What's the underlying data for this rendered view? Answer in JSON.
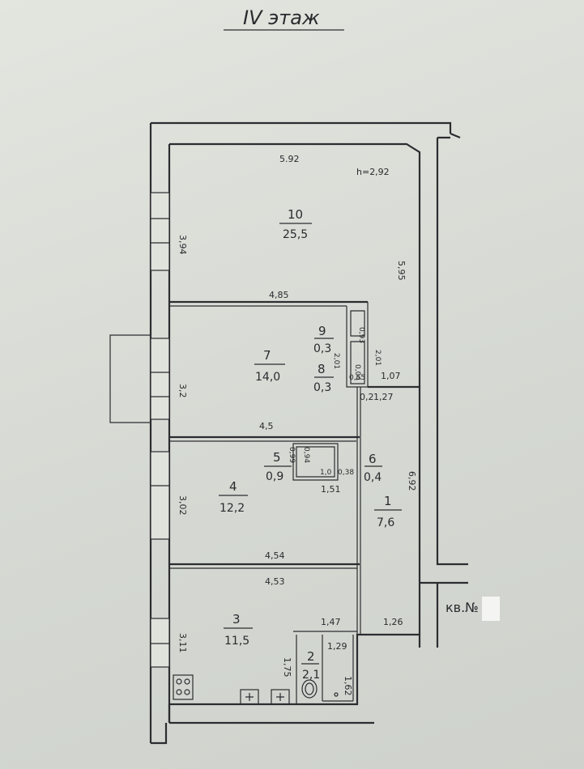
{
  "title": "IV этаж",
  "ceiling_height": "h=2,92",
  "apartment_label": "кв.№",
  "rooms": [
    {
      "id": "10",
      "no": "10",
      "area": "25,5"
    },
    {
      "id": "9",
      "no": "9",
      "area": "0,3"
    },
    {
      "id": "8",
      "no": "8",
      "area": "0,3"
    },
    {
      "id": "7",
      "no": "7",
      "area": "14,0"
    },
    {
      "id": "6",
      "no": "6",
      "area": "0,4"
    },
    {
      "id": "5",
      "no": "5",
      "area": "0,9"
    },
    {
      "id": "4",
      "no": "4",
      "area": "12,2"
    },
    {
      "id": "3",
      "no": "3",
      "area": "11,5"
    },
    {
      "id": "2",
      "no": "2",
      "area": "2,1"
    },
    {
      "id": "1",
      "no": "1",
      "area": "7,6"
    }
  ],
  "dims": {
    "d592": "5.92",
    "d394": "3,94",
    "d595": "5,95",
    "d485": "4,85",
    "d32": "3,2",
    "d093": "0,93",
    "d201a": "2,01",
    "d201b": "2,01",
    "d04": "0,04",
    "d055": "0,55",
    "d107": "1,07",
    "d02": "0,2",
    "d127": "1,27",
    "d45": "4,5",
    "d099": "0,99",
    "d094": "0,94",
    "d10": "1,0",
    "d038": "0,38",
    "d151": "1,51",
    "d302": "3,02",
    "d692": "6,92",
    "d454": "4,54",
    "d453": "4,53",
    "d147": "1,47",
    "d126": "1,26",
    "d311": "3,11",
    "d175": "1,75",
    "d129": "1,29",
    "d162": "1,62"
  }
}
